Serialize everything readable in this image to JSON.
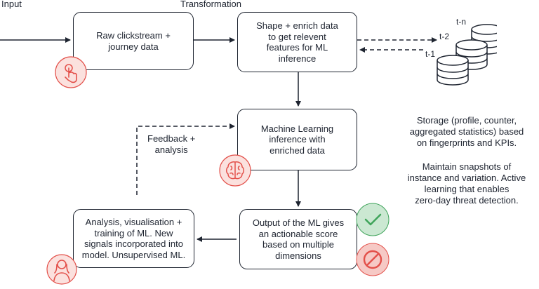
{
  "labels": {
    "input": "Input",
    "transformation": "Transformation",
    "feedback": "Feedback +\nanalysis"
  },
  "boxes": {
    "raw": "Raw clickstream +\njourney data",
    "shape": "Shape + enrich data\nto get relevent\nfeatures for ML\ninference",
    "ml": "Machine Learning\ninference with\nenriched data",
    "output": "Output of the ML gives\nan actionable score\nbased on multiple\ndimensions",
    "analysis": "Analysis, visualisation +\ntraining of ML. New\nsignals incorporated into\nmodel. Unsupervised ML."
  },
  "storage": {
    "stack_labels": [
      "t-n",
      "t-2",
      "t-1"
    ],
    "note1": "Storage (profile, counter,\naggregated statistics) based\non fingerprints and KPIs.",
    "note2": "Maintain snapshots of\ninstance and variation. Active\nlearning that enables\nzero-day threat detection."
  },
  "icons": [
    "touch-hand-icon",
    "brain-icon",
    "person-icon",
    "check-icon",
    "blocked-icon",
    "database-icon"
  ],
  "colors": {
    "ink": "#1e2430",
    "accent_red": "#e3504a",
    "red_bg": "#f6c9c5",
    "green": "#3fa45a",
    "green_bg": "#cbe8d2"
  }
}
